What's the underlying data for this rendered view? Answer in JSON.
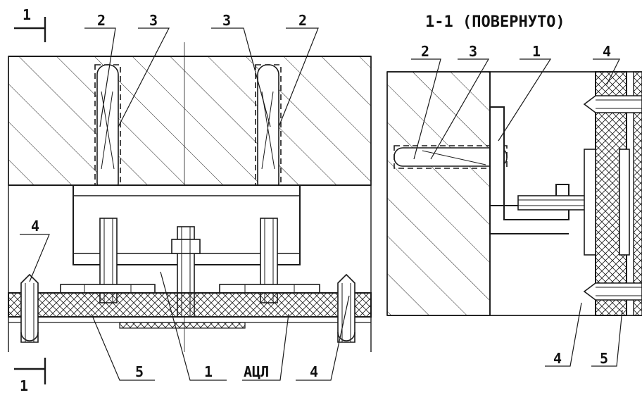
{
  "section_title": "1-1 (ПОВЕРНУТО)",
  "section_marks": {
    "top": "1",
    "bottom": "1"
  },
  "left_view": {
    "callouts": {
      "bolt_left": "2",
      "anchor_left": "3",
      "anchor_right": "3",
      "bolt_right": "2",
      "screw_left": "4",
      "seal": "5",
      "bracket": "1",
      "panel_material": "АЦЛ",
      "screw_right": "4"
    }
  },
  "right_view": {
    "callouts": {
      "bolt": "2",
      "anchor": "3",
      "bracket": "1",
      "screw_top": "4",
      "screw_bottom": "4",
      "seal": "5"
    }
  },
  "colors": {
    "ink": "#1a1a1a",
    "paper": "#ffffff"
  }
}
